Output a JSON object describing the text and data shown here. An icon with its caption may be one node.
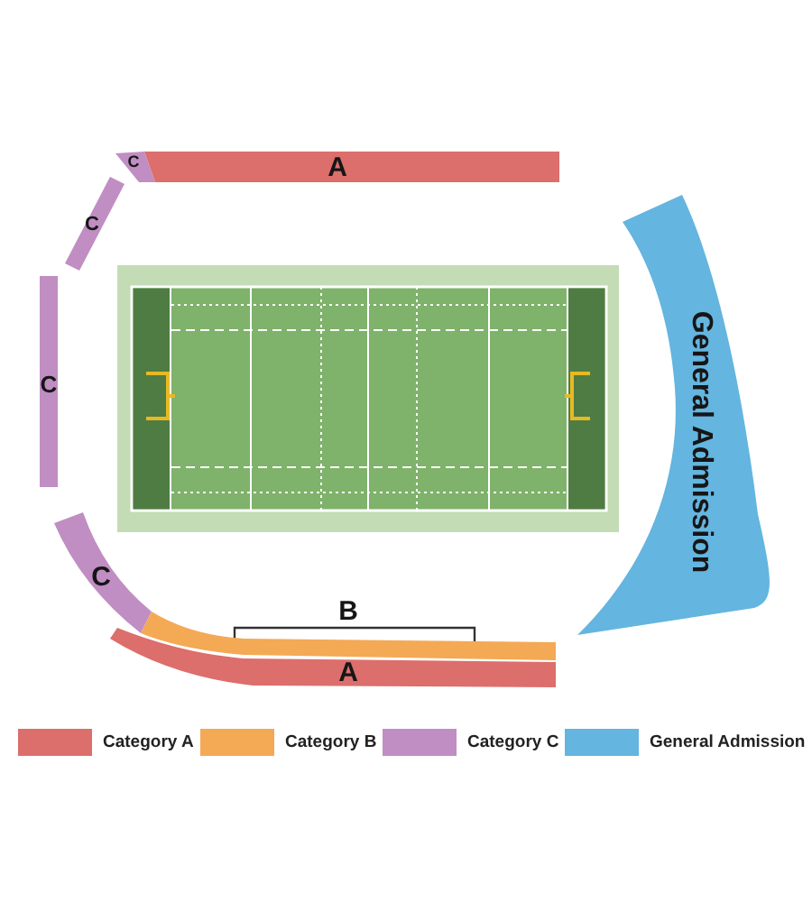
{
  "diagram": {
    "nodes": [
      {
        "text": [
          "C"
        ]
      },
      {
        "text": [
          "A"
        ]
      },
      {
        "text": [
          "C"
        ]
      },
      {
        "text": [
          "General Admission"
        ]
      },
      {
        "text": [
          "C"
        ]
      },
      {
        "text": [
          "C"
        ]
      },
      {
        "text": [
          "B"
        ]
      },
      {
        "text": [
          "A"
        ]
      }
    ],
    "legend": [
      {
        "text": "Category A",
        "color": "#dc6e6c"
      },
      {
        "text": "Category B",
        "color": "#f4a955"
      },
      {
        "text": "Category C",
        "color": "#c08ec3"
      },
      {
        "text": "General Admission",
        "color": "#64b5df"
      }
    ]
  }
}
